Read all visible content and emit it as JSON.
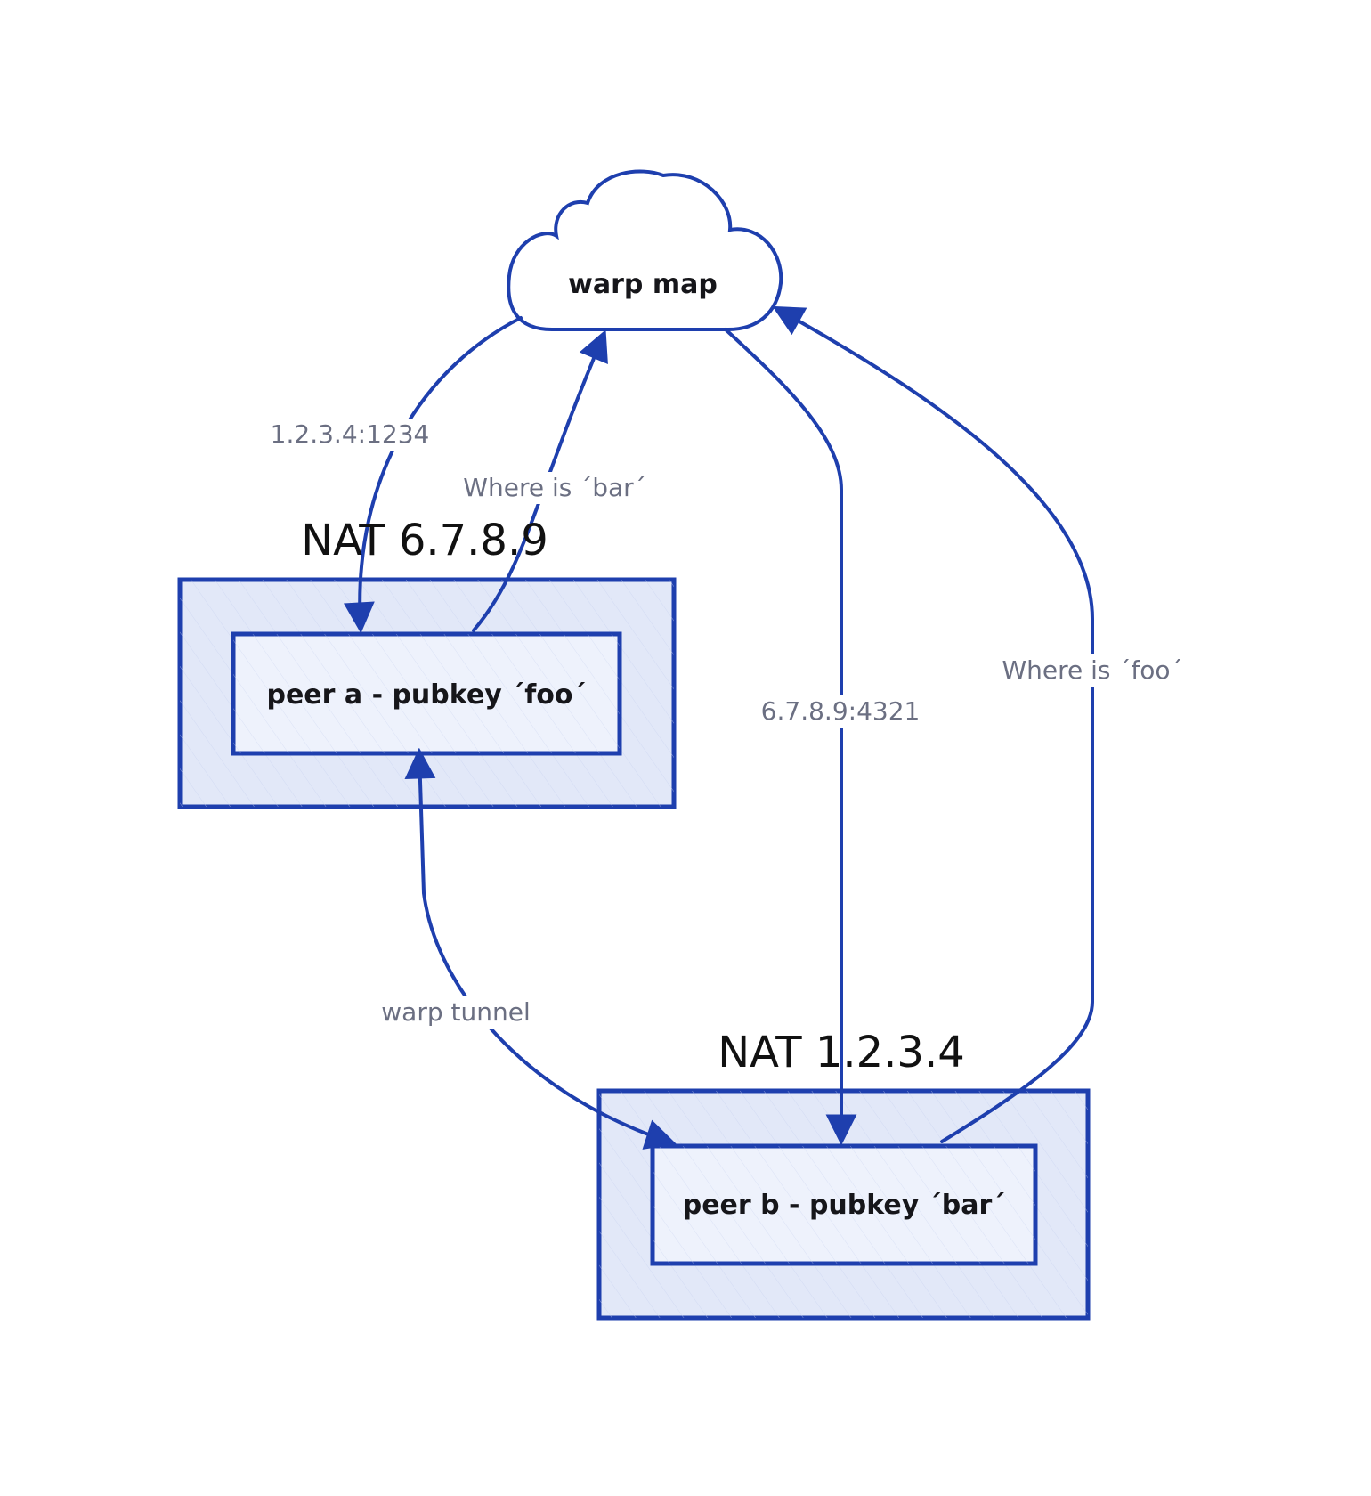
{
  "nodes": {
    "cloud": {
      "label": "warp map"
    },
    "nat_a": {
      "label": "NAT 6.7.8.9"
    },
    "peer_a": {
      "label": "peer a - pubkey ´foo´"
    },
    "nat_b": {
      "label": "NAT 1.2.3.4"
    },
    "peer_b": {
      "label": "peer b - pubkey ´bar´"
    }
  },
  "edges": {
    "cloud_to_peer_a": {
      "label": "1.2.3.4:1234"
    },
    "peer_a_to_cloud": {
      "label": "Where is ´bar´"
    },
    "cloud_to_peer_b": {
      "label": "6.7.8.9:4321"
    },
    "peer_b_to_cloud": {
      "label": "Where is ´foo´"
    },
    "tunnel": {
      "label": "warp tunnel"
    }
  },
  "colors": {
    "stroke": "#1e3fae",
    "nat_fill": "#e2e8f8",
    "peer_fill": "#eef2fc",
    "edge_label": "#6b6f82"
  }
}
